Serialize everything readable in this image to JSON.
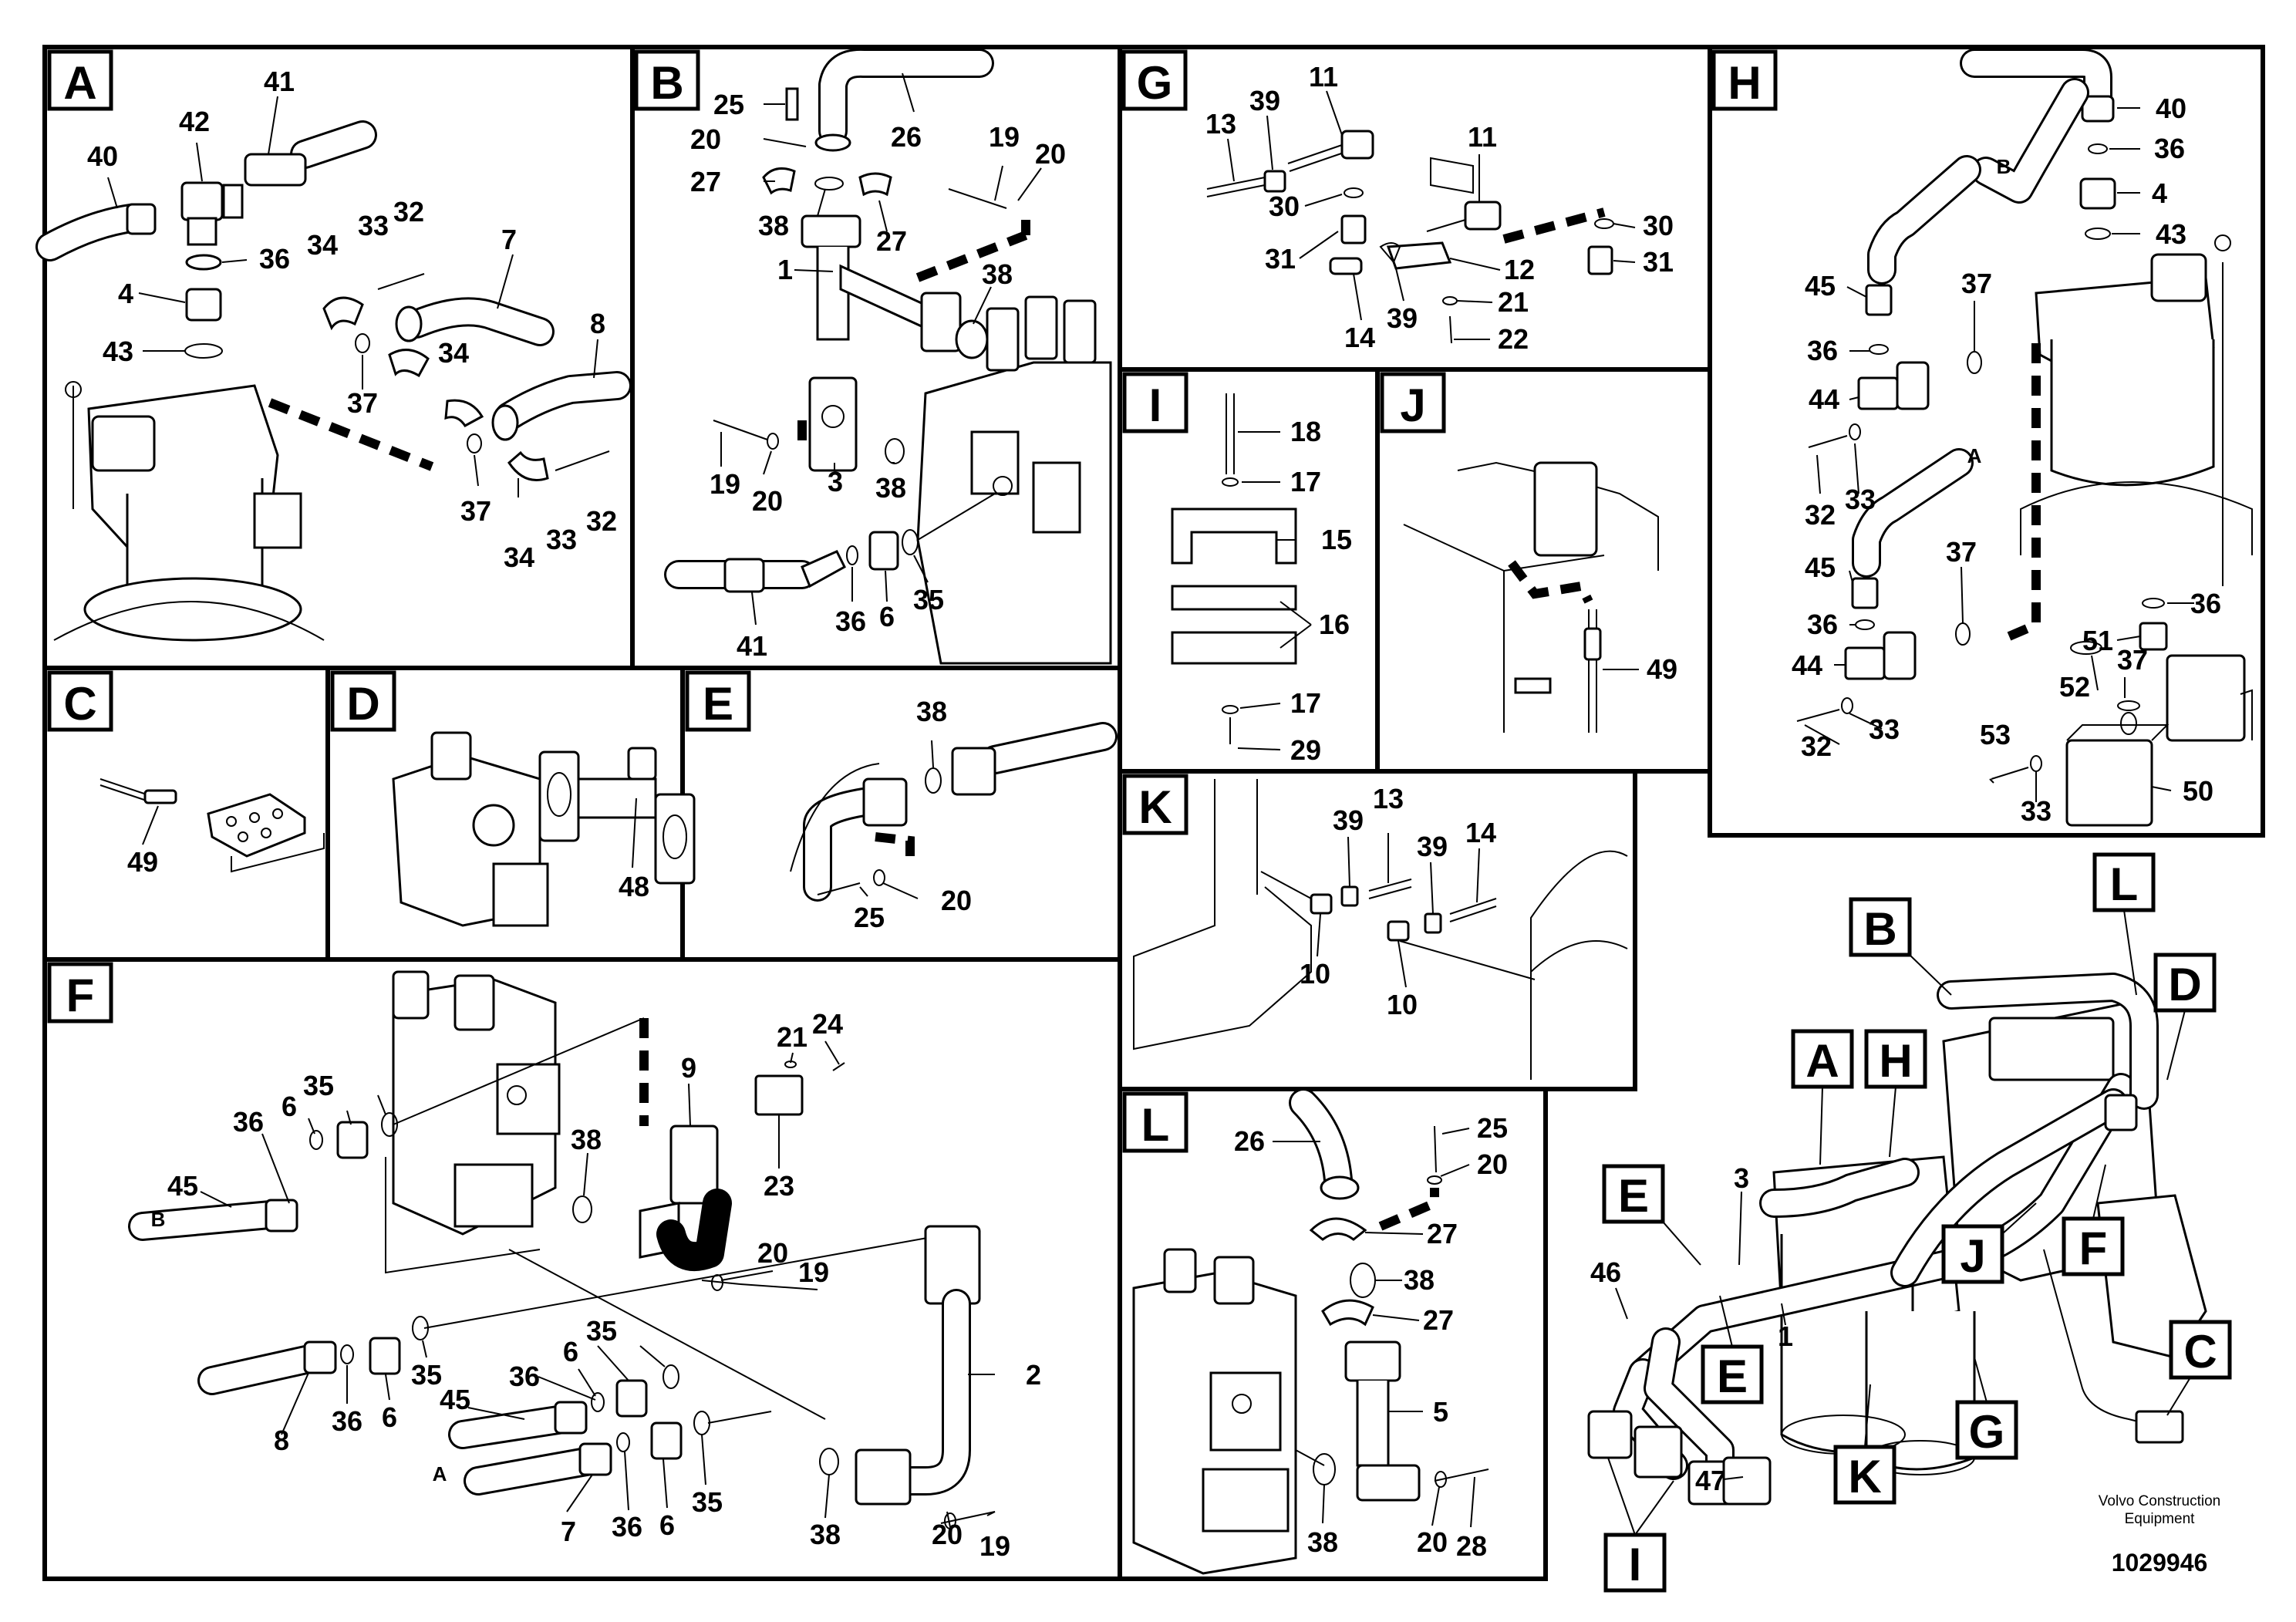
{
  "panels": {
    "A": {
      "tag": "A",
      "labels": [
        "40",
        "42",
        "41",
        "36",
        "4",
        "43",
        "34",
        "33",
        "32",
        "7",
        "8",
        "37",
        "34",
        "37",
        "34",
        "33",
        "32"
      ]
    },
    "B": {
      "tag": "B",
      "labels": [
        "25",
        "20",
        "27",
        "26",
        "19",
        "20",
        "38",
        "27",
        "1",
        "38",
        "19",
        "20",
        "3",
        "38",
        "41",
        "36",
        "6",
        "35"
      ]
    },
    "G": {
      "tag": "G",
      "labels": [
        "13",
        "39",
        "11",
        "30",
        "31",
        "11",
        "30",
        "31",
        "12",
        "21",
        "14",
        "39",
        "22"
      ]
    },
    "H": {
      "tag": "H",
      "labels": [
        "40",
        "36",
        "4",
        "43",
        "45",
        "36",
        "37",
        "44",
        "32",
        "33",
        "45",
        "36",
        "44",
        "37",
        "32",
        "33",
        "36",
        "51",
        "37",
        "52",
        "53",
        "33",
        "50",
        "B",
        "A"
      ]
    },
    "C": {
      "tag": "C",
      "labels": [
        "49"
      ]
    },
    "D": {
      "tag": "D",
      "labels": [
        "48"
      ]
    },
    "E": {
      "tag": "E",
      "labels": [
        "38",
        "25",
        "20"
      ]
    },
    "I": {
      "tag": "I",
      "labels": [
        "18",
        "17",
        "15",
        "16",
        "17",
        "29"
      ]
    },
    "J": {
      "tag": "J",
      "labels": [
        "49"
      ]
    },
    "K": {
      "tag": "K",
      "labels": [
        "39",
        "13",
        "39",
        "14",
        "10",
        "10"
      ]
    },
    "F": {
      "tag": "F",
      "labels": [
        "45",
        "36",
        "6",
        "35",
        "B",
        "38",
        "9",
        "21",
        "24",
        "23",
        "20",
        "19",
        "8",
        "36",
        "6",
        "35",
        "36",
        "6",
        "35",
        "45",
        "A",
        "7",
        "36",
        "6",
        "35",
        "38",
        "2",
        "20",
        "19"
      ]
    },
    "L": {
      "tag": "L",
      "labels": [
        "26",
        "25",
        "20",
        "27",
        "38",
        "27",
        "5",
        "38",
        "20",
        "28"
      ]
    }
  },
  "overview": {
    "tags": [
      "B",
      "L",
      "D",
      "A",
      "H",
      "E",
      "J",
      "F",
      "E",
      "G",
      "K",
      "C",
      "I"
    ],
    "labels": [
      "3",
      "46",
      "1",
      "47"
    ]
  },
  "footer": {
    "company_line1": "Volvo Construction",
    "company_line2": "Equipment",
    "doc_number": "1029946"
  }
}
